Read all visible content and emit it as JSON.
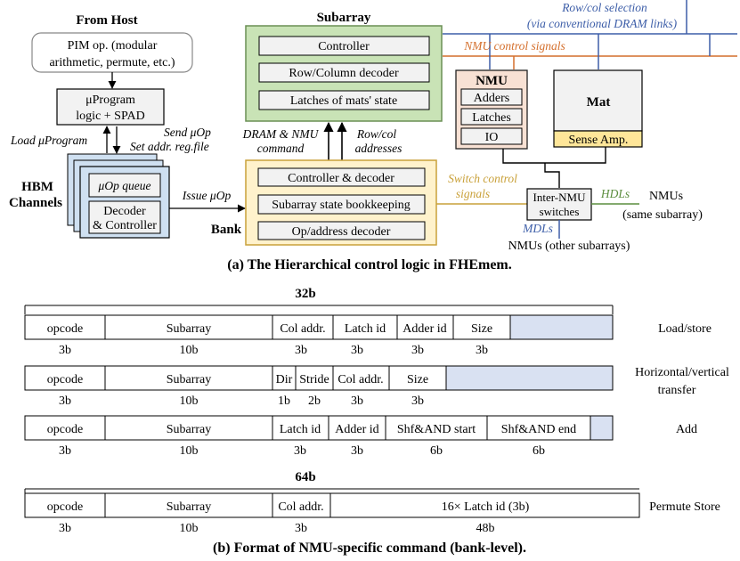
{
  "colors": {
    "subarray_fill": "#c9e3b6",
    "subarray_stroke": "#6a8f55",
    "bank_fill": "#fff2cc",
    "bank_stroke": "#c9a13a",
    "nmu_fill": "#f8e1d4",
    "nmu_stroke": "#222222",
    "hbm_fill": "#cfe0f1",
    "sense_fill": "#ffe699",
    "box_fill": "#f2f2f2",
    "spare_fill": "#d9e1f2",
    "blue_line": "#3d5ea8",
    "orange_line": "#d46f2c",
    "gold_line": "#c9a13a",
    "green_line": "#5c8e3f",
    "hdl_text": "#5c8e3f"
  },
  "diagram": {
    "from_host": "From Host",
    "pim_op_line1": "PIM op. (modular",
    "pim_op_line2": "arithmetic, permute, etc.)",
    "uprogram_line1": "μProgram",
    "uprogram_line2": "logic + SPAD",
    "load_uprogram": "Load μProgram",
    "send_uop_line1": "Send μOp",
    "send_uop_line2": "Set addr. reg.file",
    "hbm_line1": "HBM",
    "hbm_line2": "Channels",
    "uop_queue": "μOp queue",
    "decoder_line1": "Decoder",
    "decoder_line2": "& Controller",
    "issue_uop": "Issue μOp",
    "subarray_title": "Subarray",
    "sub_controller": "Controller",
    "sub_rowcol": "Row/Column decoder",
    "sub_latches": "Latches of mats' state",
    "dram_cmd_line1": "DRAM & NMU",
    "dram_cmd_line2": "command",
    "rowcol_addr_line1": "Row/col",
    "rowcol_addr_line2": "addresses",
    "bank_label": "Bank",
    "bank_controller": "Controller & decoder",
    "bank_bookkeeping": "Subarray state bookkeeping",
    "bank_opaddr": "Op/address decoder",
    "rowcol_sel_line1": "Row/col selection",
    "rowcol_sel_line2": "(via conventional DRAM links)",
    "nmu_ctrl": "NMU control signals",
    "nmu_title": "NMU",
    "nmu_adders": "Adders",
    "nmu_latches": "Latches",
    "nmu_io": "IO",
    "mat": "Mat",
    "sense_amp": "Sense Amp.",
    "switch_ctrl_line1": "Switch control",
    "switch_ctrl_line2": "signals",
    "inter_nmu_line1": "Inter-NMU",
    "inter_nmu_line2": "switches",
    "hdls": "HDLs",
    "mdls": "MDLs",
    "nmus_same_line1": "NMUs",
    "nmus_same_line2": "(same subarray)",
    "nmus_other": "NMUs (other subarrays)",
    "caption_a": "(a) The Hierarchical control logic in FHEmem."
  },
  "format": {
    "width_32": "32b",
    "width_64": "64b",
    "rows": [
      {
        "name": "Load/store",
        "fields": [
          {
            "label": "opcode",
            "bits": "3b"
          },
          {
            "label": "Subarray",
            "bits": "10b"
          },
          {
            "label": "Col addr.",
            "bits": "3b"
          },
          {
            "label": "Latch id",
            "bits": "3b"
          },
          {
            "label": "Adder id",
            "bits": "3b"
          },
          {
            "label": "Size",
            "bits": "3b"
          }
        ]
      },
      {
        "name_line1": "Horizontal/vertical",
        "name_line2": "transfer",
        "fields": [
          {
            "label": "opcode",
            "bits": "3b"
          },
          {
            "label": "Subarray",
            "bits": "10b"
          },
          {
            "label": "Dir",
            "bits": "1b"
          },
          {
            "label": "Stride",
            "bits": "2b"
          },
          {
            "label": "Col addr.",
            "bits": "3b"
          },
          {
            "label": "Size",
            "bits": "3b"
          }
        ]
      },
      {
        "name": "Add",
        "fields": [
          {
            "label": "opcode",
            "bits": "3b"
          },
          {
            "label": "Subarray",
            "bits": "10b"
          },
          {
            "label": "Latch id",
            "bits": "3b"
          },
          {
            "label": "Adder id",
            "bits": "3b"
          },
          {
            "label": "Shf&AND start",
            "bits": "6b"
          },
          {
            "label": "Shf&AND end",
            "bits": "6b"
          }
        ]
      },
      {
        "name": "Permute Store",
        "fields": [
          {
            "label": "opcode",
            "bits": "3b"
          },
          {
            "label": "Subarray",
            "bits": "10b"
          },
          {
            "label": "Col addr.",
            "bits": "3b"
          },
          {
            "label": "16× Latch id (3b)",
            "bits": "48b"
          }
        ]
      }
    ],
    "caption_b": "(b) Format of NMU-specific command (bank-level)."
  }
}
